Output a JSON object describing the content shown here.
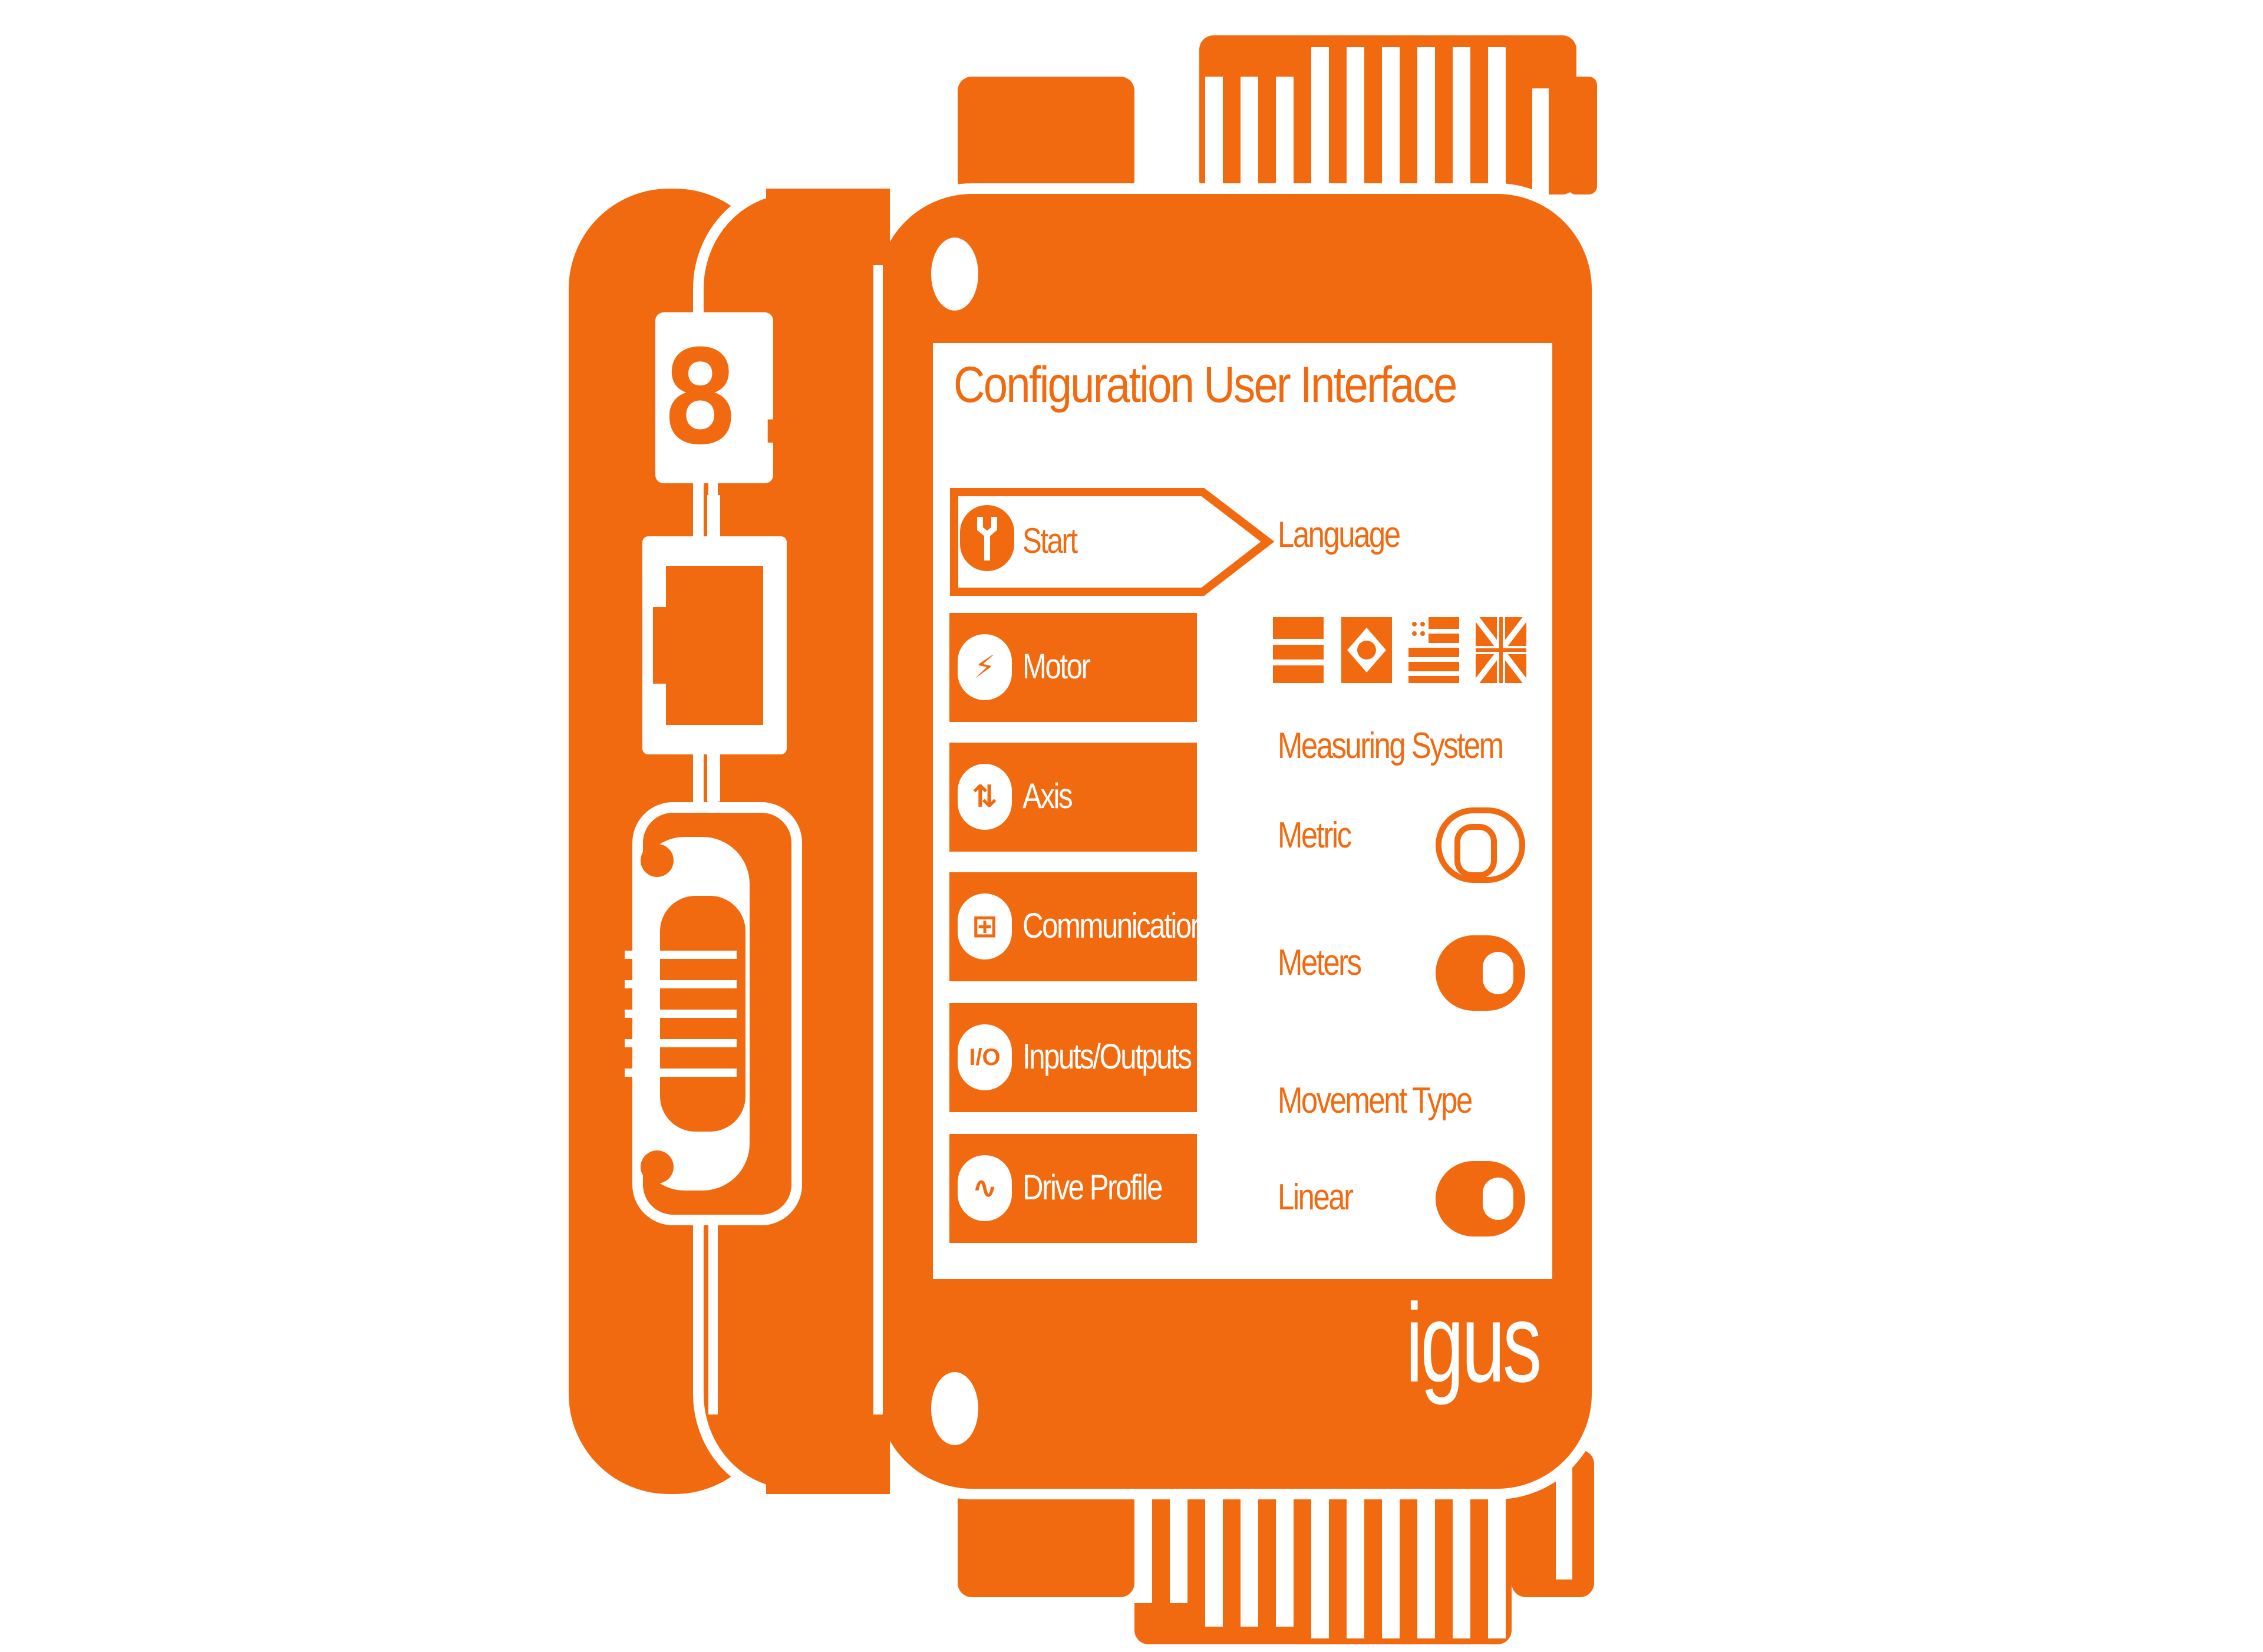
{
  "app": {
    "title": "Configuration User Interface",
    "brand": "igus",
    "display_digit": "8."
  },
  "colors": {
    "accent": "#f26a10",
    "background": "#ffffff"
  },
  "nav": {
    "items": [
      {
        "label": "Start",
        "icon": "wrench-icon",
        "active": true
      },
      {
        "label": "Motor",
        "icon": "motor-icon",
        "active": false
      },
      {
        "label": "Axis",
        "icon": "axis-icon",
        "active": false
      },
      {
        "label": "Communication",
        "icon": "network-icon",
        "active": false
      },
      {
        "label": "Inputs/Outputs",
        "icon": "io-icon",
        "active": false
      },
      {
        "label": "Drive Profile",
        "icon": "wave-icon",
        "active": false
      }
    ],
    "io_glyph": "I/O"
  },
  "settings": {
    "language": {
      "label": "Language",
      "flags": [
        "flag-germany-icon",
        "flag-brazil-icon",
        "flag-usa-icon",
        "flag-uk-icon"
      ]
    },
    "measuring_system": {
      "label": "Measuring System",
      "options": [
        {
          "label": "Metric",
          "state": "off"
        },
        {
          "label": "Meters",
          "state": "on"
        }
      ]
    },
    "movement_type": {
      "label": "Movement Type",
      "options": [
        {
          "label": "Linear",
          "state": "on"
        }
      ]
    }
  }
}
